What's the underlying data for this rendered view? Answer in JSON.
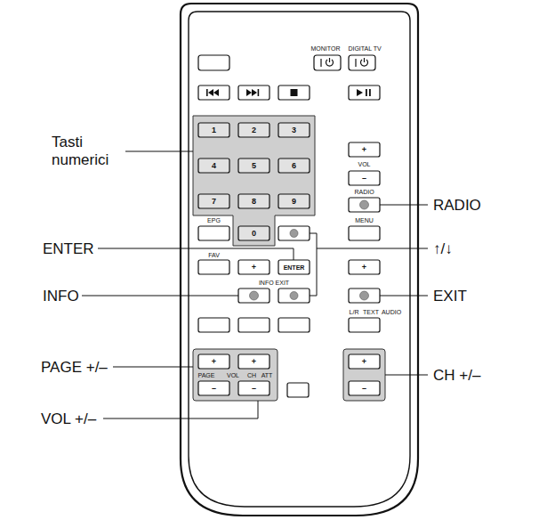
{
  "diagram": {
    "labels": [
      "Tasti numerici",
      "ENTER",
      "INFO",
      "PAGE +/–",
      "VOL +/–",
      "RADIO",
      "↑/↓",
      "EXIT",
      "CH +/–",
      "MONITOR",
      "DIGITAL TV",
      "1",
      "2",
      "3",
      "4",
      "5",
      "6",
      "7",
      "8",
      "9",
      "0",
      "+",
      "VOL",
      "–",
      "RADIO",
      "EPG",
      "MENU",
      "FAV",
      "+",
      "ENTER",
      "+",
      "INFO EXIT",
      "L/R",
      "TEXT",
      "AUDIO",
      "+",
      "+",
      "PAGE",
      "VOL",
      "CH",
      "ATT",
      "–",
      "–",
      "+",
      "–"
    ]
  }
}
